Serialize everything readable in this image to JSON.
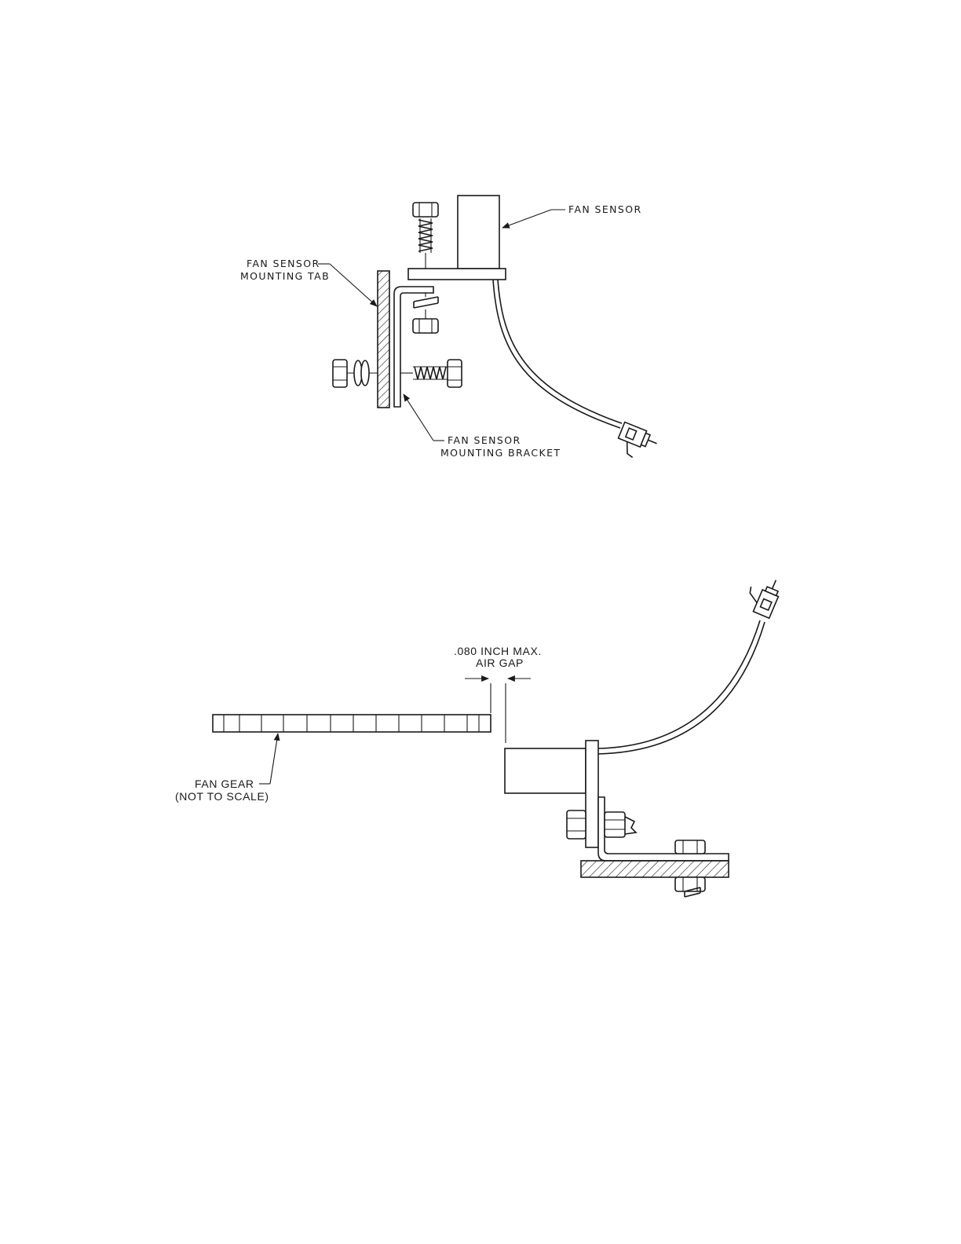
{
  "figure_top": {
    "labels": {
      "fan_sensor": "FAN SENSOR",
      "mounting_tab_line1": "FAN SENSOR",
      "mounting_tab_line2": "MOUNTING TAB",
      "mounting_bracket_line1": "FAN SENSOR",
      "mounting_bracket_line2": "MOUNTING BRACKET"
    }
  },
  "figure_bottom": {
    "labels": {
      "air_gap_line1": ".080 INCH MAX.",
      "air_gap_line2": "AIR GAP",
      "fan_gear_line1": "FAN GEAR",
      "fan_gear_line2": "(NOT TO SCALE)"
    }
  }
}
